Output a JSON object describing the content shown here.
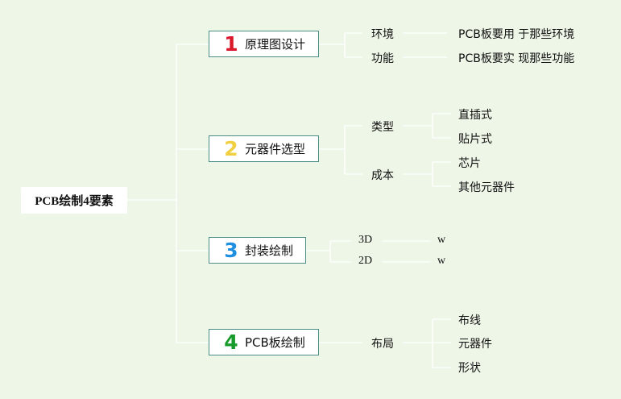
{
  "root": {
    "label": "PCB绘制4要素"
  },
  "branches": [
    {
      "number": "1",
      "number_color": "#d9182a",
      "label": "原理图设计",
      "children": [
        {
          "label": "环境",
          "children": [
            "PCB板要用 于那些环境"
          ]
        },
        {
          "label": "功能",
          "children": [
            "PCB板要实 现那些功能"
          ]
        }
      ]
    },
    {
      "number": "2",
      "number_color": "#f0d040",
      "label": "元器件选型",
      "children": [
        {
          "label": "类型",
          "children": [
            "直插式",
            "贴片式"
          ]
        },
        {
          "label": "成本",
          "children": [
            "芯片",
            "其他元器件"
          ]
        }
      ]
    },
    {
      "number": "3",
      "number_color": "#1f8fe0",
      "label": "封装绘制",
      "children": [
        {
          "label": "3D",
          "children": [
            "w"
          ]
        },
        {
          "label": "2D",
          "children": [
            "w"
          ]
        }
      ]
    },
    {
      "number": "4",
      "number_color": "#169b2a",
      "label": "PCB板绘制",
      "children": [
        {
          "label": "布局",
          "children": [
            "布线",
            "元器件",
            "形状"
          ]
        }
      ]
    }
  ],
  "colors": {
    "background": "#eef6e8",
    "link": "#ffffff",
    "box_border": "#4a8c86"
  }
}
